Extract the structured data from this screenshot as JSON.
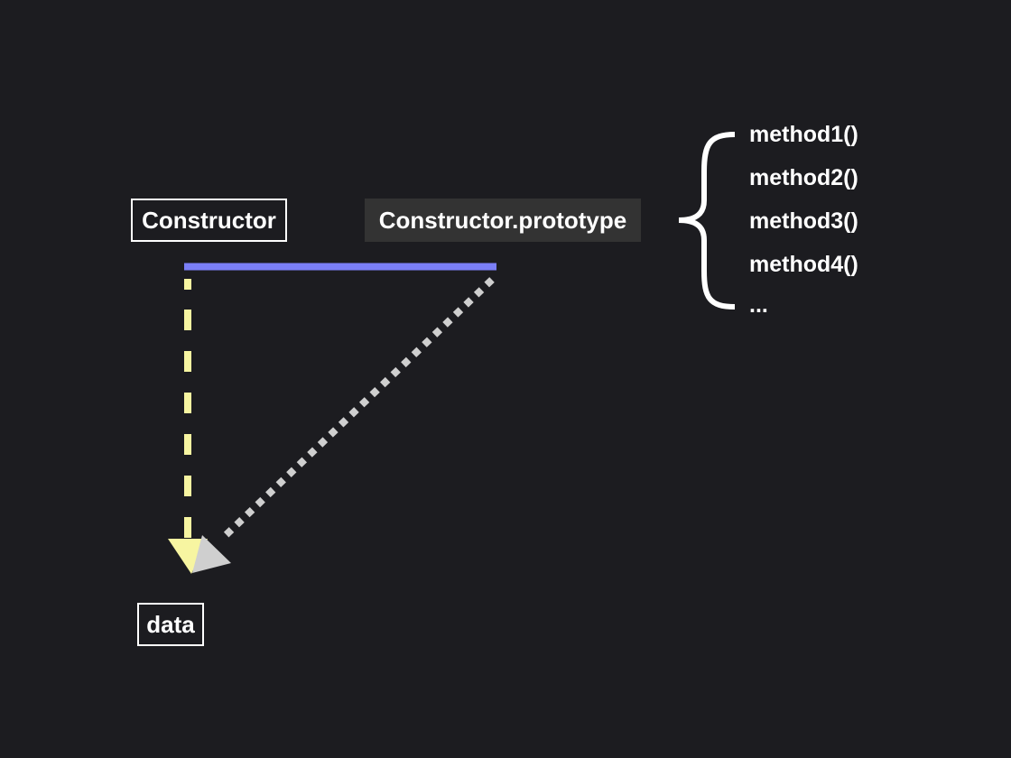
{
  "nodes": {
    "constructor": "Constructor",
    "prototype": "Constructor.prototype",
    "instance": "data"
  },
  "methods": [
    "method1()",
    "method2()",
    "method3()",
    "method4()",
    "..."
  ],
  "colors": {
    "background": "#1c1c20",
    "link": "#7b7ff7",
    "construct_arrow": "#f7f5a1",
    "proto_arrow": "#cfcfcf",
    "prototype_fill": "#333333"
  }
}
